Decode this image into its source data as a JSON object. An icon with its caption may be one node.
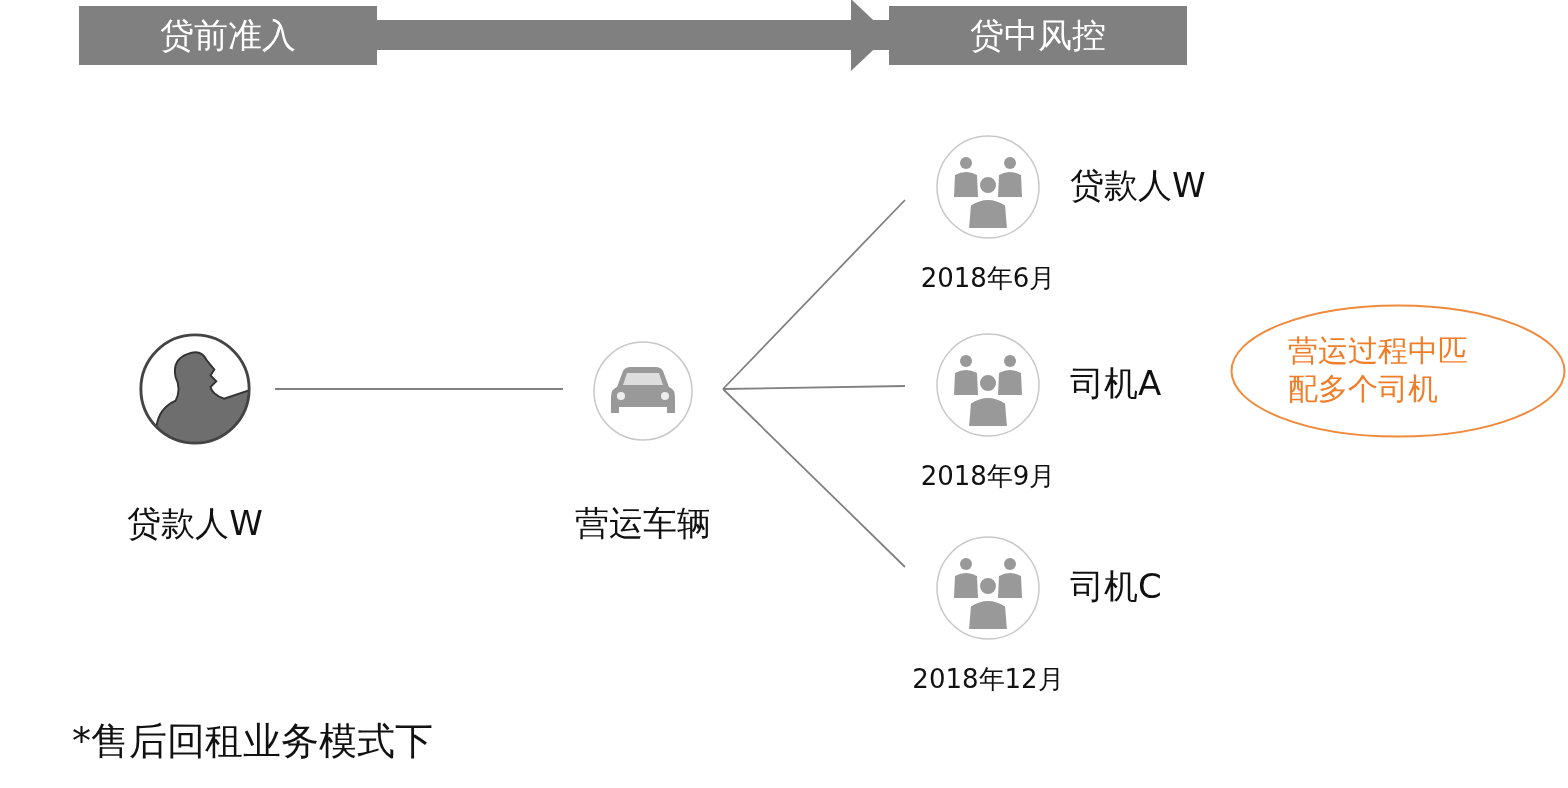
{
  "diagram": {
    "nodes": [
      {
        "text": [
          "贷前准入"
        ]
      },
      {
        "text": [
          "贷中风控"
        ]
      },
      {
        "text": [
          "贷款人W"
        ]
      },
      {
        "text": [
          "营运车辆"
        ]
      },
      {
        "text": [
          "贷款人W"
        ],
        "beside": [
          "2018年6月"
        ]
      },
      {
        "text": [
          "司机A"
        ],
        "beside": [
          "2018年9月"
        ]
      },
      {
        "text": [
          "司机C"
        ],
        "beside": [
          "2018年12月"
        ]
      },
      {
        "text": [
          "营运过程中匹配多个司机"
        ]
      }
    ],
    "edges": [
      {
        "from": 0,
        "to": 1,
        "arrow": "to",
        "style": "thick"
      },
      {
        "from": 2,
        "to": 3,
        "arrow": "none"
      },
      {
        "from": 3,
        "to": 4,
        "arrow": "none"
      },
      {
        "from": 3,
        "to": 5,
        "arrow": "none"
      },
      {
        "from": 3,
        "to": 6,
        "arrow": "none"
      }
    ],
    "labels": [
      "*售后回租业务模式下"
    ]
  }
}
